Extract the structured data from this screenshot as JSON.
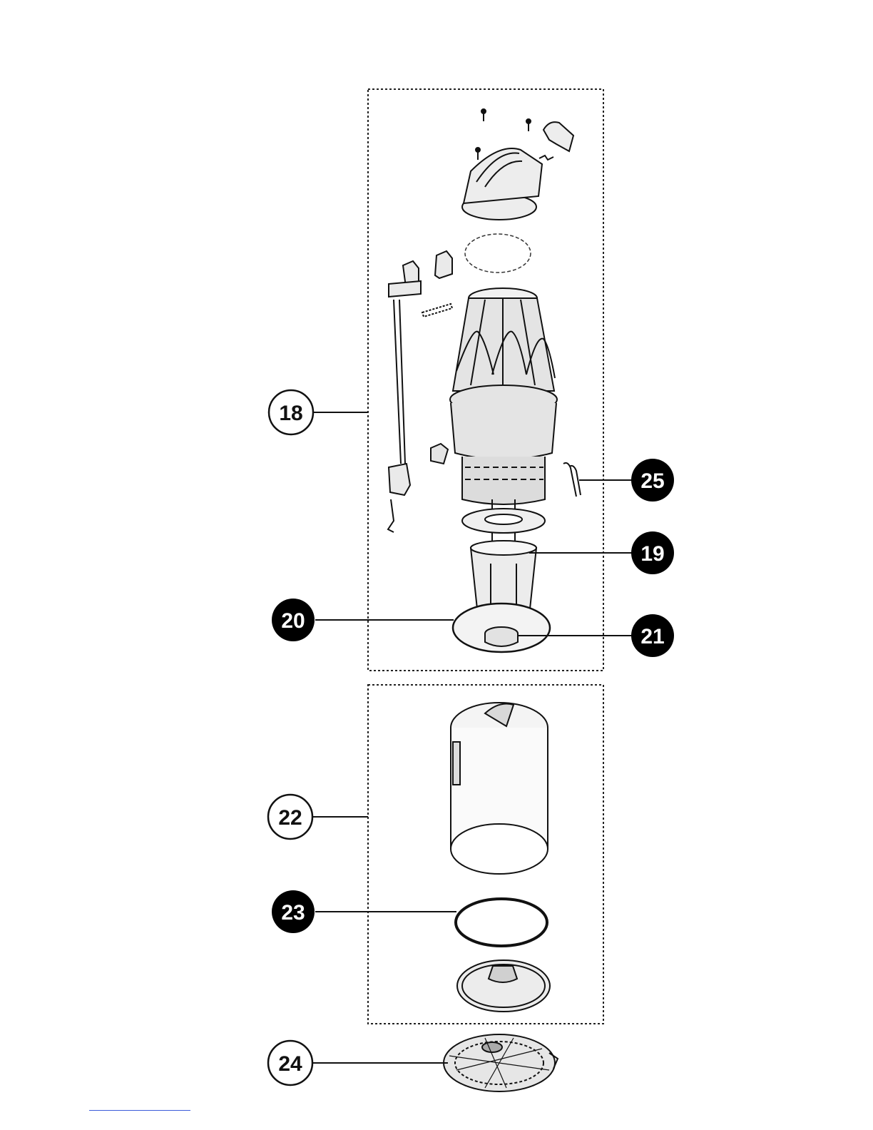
{
  "diagram": {
    "callouts": [
      {
        "id": "18",
        "label": "18",
        "style": "outline"
      },
      {
        "id": "25",
        "label": "25",
        "style": "filled"
      },
      {
        "id": "19",
        "label": "19",
        "style": "filled"
      },
      {
        "id": "20",
        "label": "20",
        "style": "filled"
      },
      {
        "id": "21",
        "label": "21",
        "style": "filled"
      },
      {
        "id": "22",
        "label": "22",
        "style": "outline"
      },
      {
        "id": "23",
        "label": "23",
        "style": "filled"
      },
      {
        "id": "24",
        "label": "24",
        "style": "outline"
      }
    ],
    "colors": {
      "line": "#111111",
      "filled_badge": "#000000",
      "badge_text_on_filled": "#ffffff",
      "part_fill": "#e8e8e8"
    }
  }
}
